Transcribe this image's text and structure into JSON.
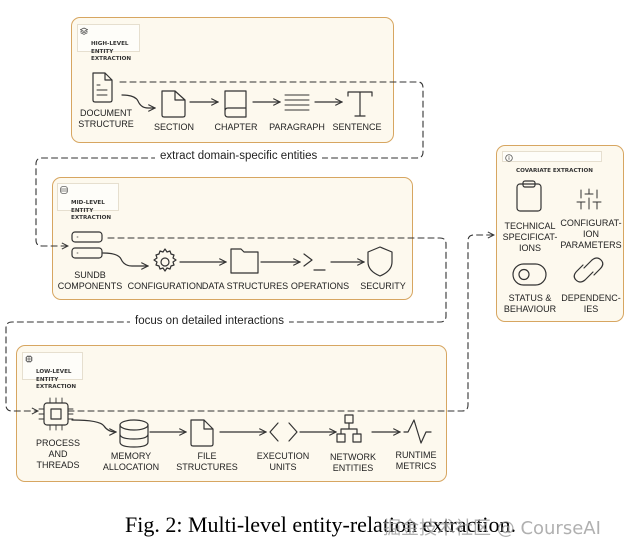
{
  "panels": {
    "high": {
      "title": "HIGH-LEVEL\nENTITY\nEXTRACTION",
      "icon": "layers-icon"
    },
    "mid": {
      "title": "MID-LEVEL\nENTITY\nEXTRACTION",
      "icon": "database-icon"
    },
    "low": {
      "title": "LOW-LEVEL\nENTITY\nEXTRACTION",
      "icon": "chip-icon"
    },
    "covariate": {
      "title": "COVARIATE EXTRACTION",
      "icon": "info-icon"
    }
  },
  "high_nodes": [
    {
      "label": "DOCUMENT\nSTRUCTURE",
      "icon": "document-icon"
    },
    {
      "label": "SECTION",
      "icon": "file-icon"
    },
    {
      "label": "CHAPTER",
      "icon": "book-icon"
    },
    {
      "label": "PARAGRAPH",
      "icon": "text-lines-icon"
    },
    {
      "label": "SENTENCE",
      "icon": "text-t-icon"
    }
  ],
  "mid_nodes": [
    {
      "label": "SUNDB\nCOMPONENTS",
      "icon": "server-icon"
    },
    {
      "label": "CONFIGURATION",
      "icon": "gear-icon"
    },
    {
      "label": "DATA STRUCTURES",
      "icon": "folder-icon"
    },
    {
      "label": "OPERATIONS",
      "icon": "terminal-icon"
    },
    {
      "label": "SECURITY",
      "icon": "shield-icon"
    }
  ],
  "low_nodes": [
    {
      "label": "PROCESS\nAND\nTHREADS",
      "icon": "cpu-icon"
    },
    {
      "label": "MEMORY\nALLOCATION",
      "icon": "database-icon"
    },
    {
      "label": "FILE\nSTRUCTURES",
      "icon": "file-icon"
    },
    {
      "label": "EXECUTION\nUNITS",
      "icon": "code-brackets-icon"
    },
    {
      "label": "NETWORK\nENTITIES",
      "icon": "network-icon"
    },
    {
      "label": "RUNTIME\nMETRICS",
      "icon": "pulse-icon"
    }
  ],
  "covariate_nodes": [
    {
      "label": "TECHNICAL\nSPECIFICAT-\nIONS",
      "icon": "clipboard-icon"
    },
    {
      "label": "CONFIGURAT-\nION\nPARAMETERS",
      "icon": "sliders-icon"
    },
    {
      "label": "STATUS &\nBEHAVIOUR",
      "icon": "toggle-icon"
    },
    {
      "label": "DEPENDENC-\nIES",
      "icon": "link-icon"
    }
  ],
  "connectors": {
    "high_to_mid": "extract domain-specific entities",
    "mid_to_low": "focus on detailed interactions"
  },
  "caption": "Fig. 2: Multi-level entity-relation extraction.",
  "watermark": "掘金技术社区 @ CourseAI",
  "colors": {
    "panel_fill": "#fdf9ee",
    "panel_border": "#d7a661",
    "line": "#333333"
  }
}
